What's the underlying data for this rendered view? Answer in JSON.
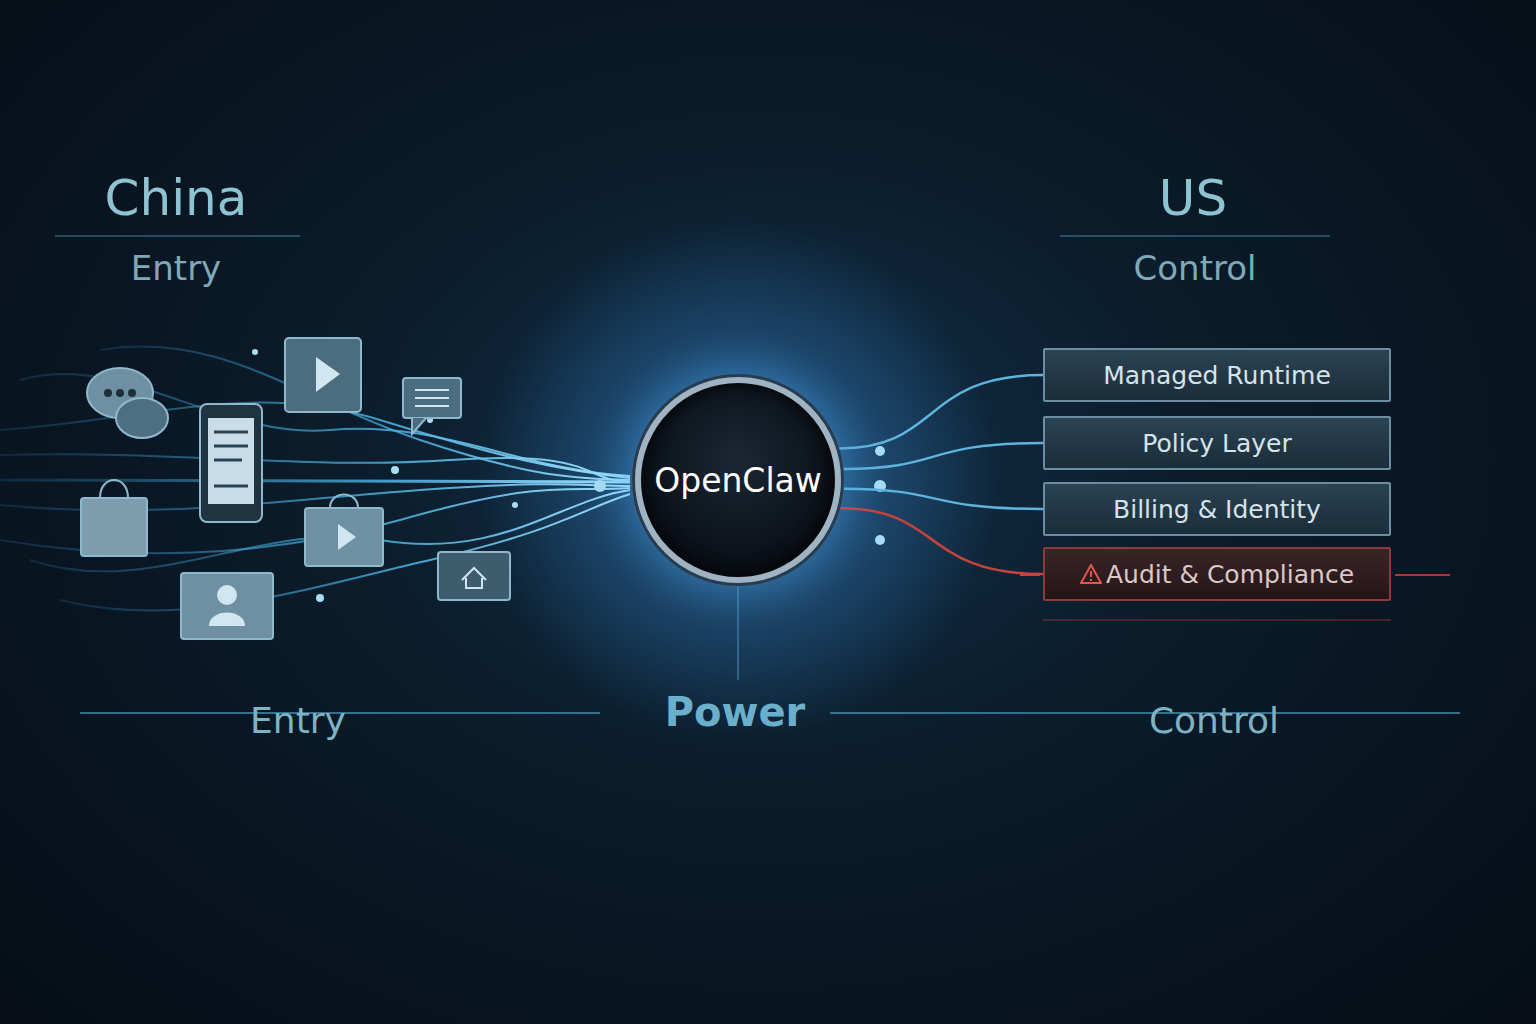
{
  "diagram": {
    "nodes": [
      {
        "text": [
          "OpenClaw"
        ]
      },
      {
        "text": [
          "Managed Runtime"
        ]
      },
      {
        "text": [
          "Policy Layer"
        ]
      },
      {
        "text": [
          "Billing & Identity"
        ]
      },
      {
        "text": [
          "Audit & Compliance"
        ]
      }
    ],
    "edges": [
      {
        "from": 0,
        "to": 1,
        "arrow": "none"
      },
      {
        "from": 0,
        "to": 2,
        "arrow": "none"
      },
      {
        "from": 0,
        "to": 3,
        "arrow": "none"
      },
      {
        "from": 0,
        "to": 4,
        "arrow": "none"
      }
    ],
    "labels": [
      "China",
      "Entry",
      "US",
      "Control",
      "Entry",
      "Power",
      "Control"
    ]
  }
}
